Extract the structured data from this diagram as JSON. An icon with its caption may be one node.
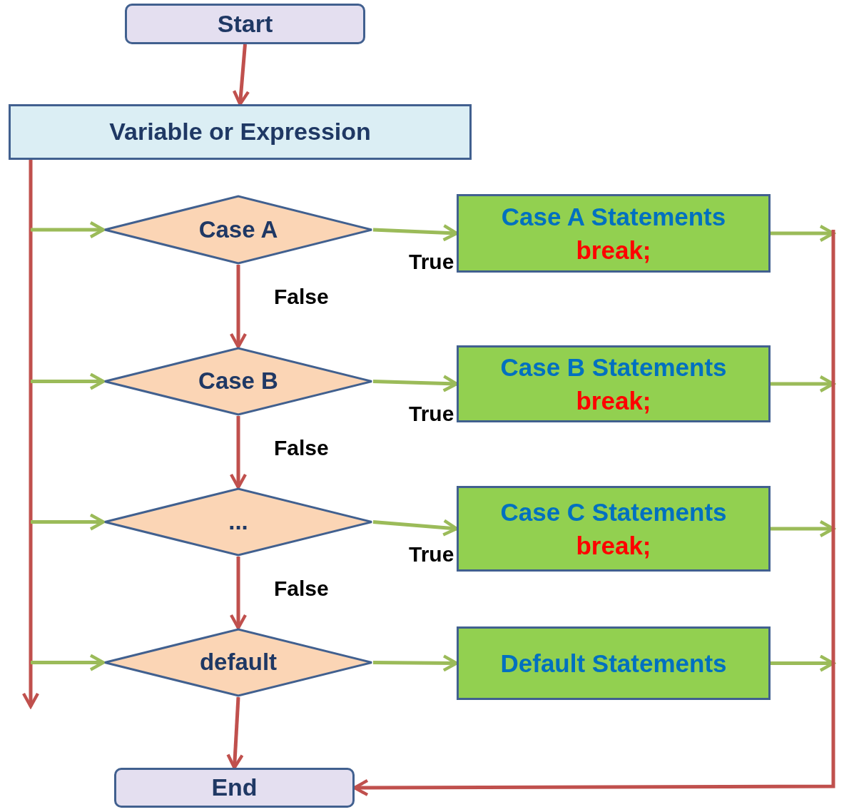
{
  "diagram": {
    "nodes": [
      {
        "text": [
          "Start"
        ]
      },
      {
        "text": [
          "Variable or Expression"
        ]
      },
      {
        "text": [
          "Case A"
        ]
      },
      {
        "text": [
          "Case A Statements",
          "break;"
        ]
      },
      {
        "text": [
          "Case B"
        ]
      },
      {
        "text": [
          "Case B Statements",
          "break;"
        ]
      },
      {
        "text": [
          "..."
        ]
      },
      {
        "text": [
          "Case C Statements",
          "break;"
        ]
      },
      {
        "text": [
          "default"
        ]
      },
      {
        "text": [
          "Default Statements"
        ]
      },
      {
        "text": [
          "End"
        ]
      }
    ],
    "edges": [
      {
        "from": 0,
        "to": 1,
        "arrow": "to",
        "color": "#c0504d"
      },
      {
        "from": 1,
        "to": null,
        "arrow": "to",
        "color": "#c0504d"
      },
      {
        "from": null,
        "to": 2,
        "arrow": "to"
      },
      {
        "from": null,
        "to": 4,
        "arrow": "to"
      },
      {
        "from": null,
        "to": 6,
        "arrow": "to"
      },
      {
        "from": null,
        "to": 8,
        "arrow": "to"
      },
      {
        "from": 2,
        "to": 3,
        "arrow": "to",
        "label": "True"
      },
      {
        "from": 4,
        "to": 5,
        "arrow": "to",
        "label": "True"
      },
      {
        "from": 6,
        "to": 7,
        "arrow": "to",
        "label": "True"
      },
      {
        "from": 8,
        "to": 9,
        "arrow": "to"
      },
      {
        "from": 2,
        "to": 4,
        "arrow": "to",
        "label": "False",
        "color": "#c0504d"
      },
      {
        "from": 4,
        "to": 6,
        "arrow": "to",
        "label": "False",
        "color": "#c0504d"
      },
      {
        "from": 6,
        "to": 8,
        "arrow": "to",
        "label": "False",
        "color": "#c0504d"
      },
      {
        "from": 8,
        "to": 10,
        "arrow": "to",
        "color": "#c0504d"
      },
      {
        "from": 3,
        "to": null,
        "arrow": "to"
      },
      {
        "from": 5,
        "to": null,
        "arrow": "to"
      },
      {
        "from": 7,
        "to": null,
        "arrow": "to"
      },
      {
        "from": 9,
        "to": null,
        "arrow": "to"
      },
      {
        "from": null,
        "to": 10,
        "arrow": "to",
        "color": "#c0504d"
      }
    ]
  }
}
